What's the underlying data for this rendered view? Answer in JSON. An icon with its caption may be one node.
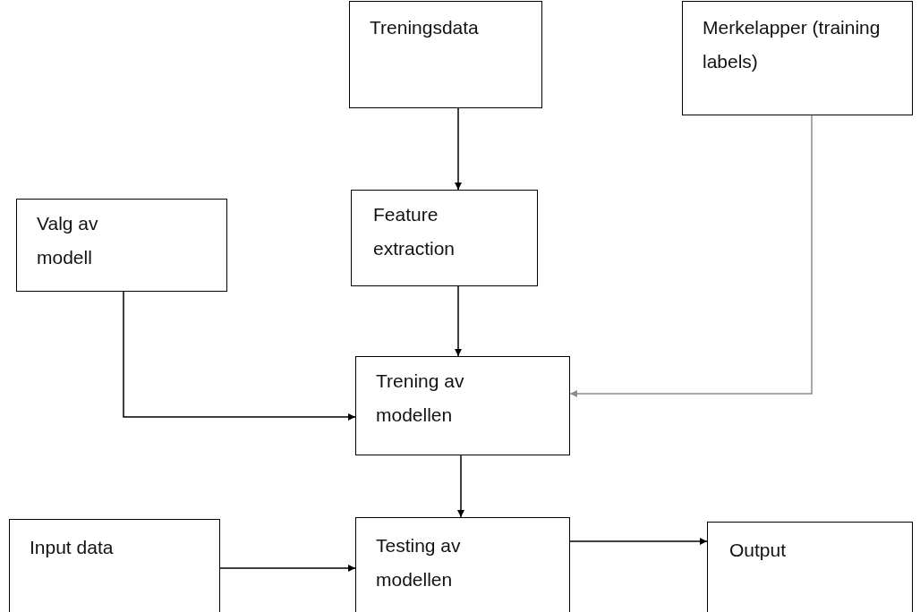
{
  "diagram": {
    "nodes": [
      {
        "text": [
          "Treningsdata"
        ]
      },
      {
        "text": [
          "Merkelapper (training labels)"
        ]
      },
      {
        "text": [
          "Valg av modell"
        ]
      },
      {
        "text": [
          "Feature extraction"
        ]
      },
      {
        "text": [
          "Trening av modellen"
        ]
      },
      {
        "text": [
          "Input data"
        ]
      },
      {
        "text": [
          "Testing av modellen"
        ]
      },
      {
        "text": [
          "Output"
        ]
      }
    ],
    "edges": [
      {
        "from": 0,
        "to": 3,
        "arrow": "to"
      },
      {
        "from": 3,
        "to": 4,
        "arrow": "to"
      },
      {
        "from": 2,
        "to": 4,
        "arrow": "to"
      },
      {
        "from": 1,
        "to": 4,
        "arrow": "to",
        "color": "#8c8c8c"
      },
      {
        "from": 4,
        "to": 6,
        "arrow": "to"
      },
      {
        "from": 5,
        "to": 6,
        "arrow": "to"
      },
      {
        "from": 6,
        "to": 7,
        "arrow": "to"
      }
    ]
  }
}
